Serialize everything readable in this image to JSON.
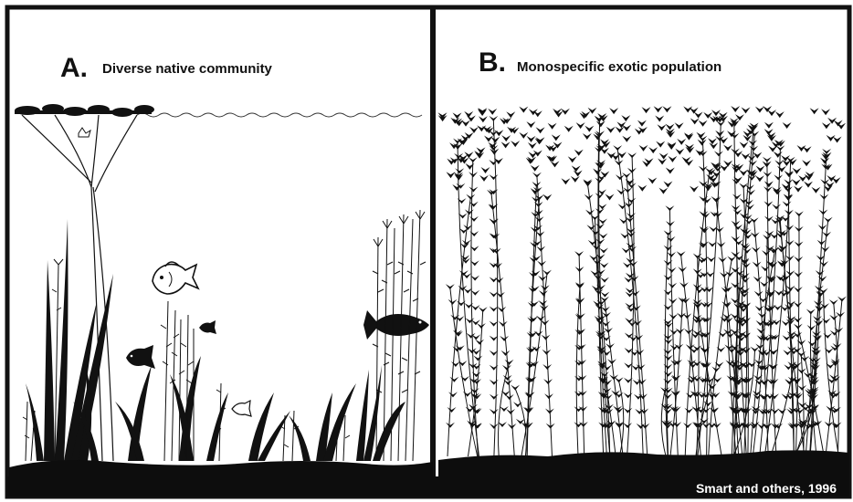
{
  "panels": [
    {
      "letter": "A.",
      "title": "Diverse native community"
    },
    {
      "letter": "B.",
      "title": "Monospecific exotic population"
    }
  ],
  "credit": "Smart and others, 1996",
  "colors": {
    "ink": "#111111",
    "sediment": "#0d0d0d",
    "background": "#ffffff"
  },
  "icons": [
    "fish-icon",
    "lily-pad-icon",
    "aquatic-plant-icon"
  ]
}
